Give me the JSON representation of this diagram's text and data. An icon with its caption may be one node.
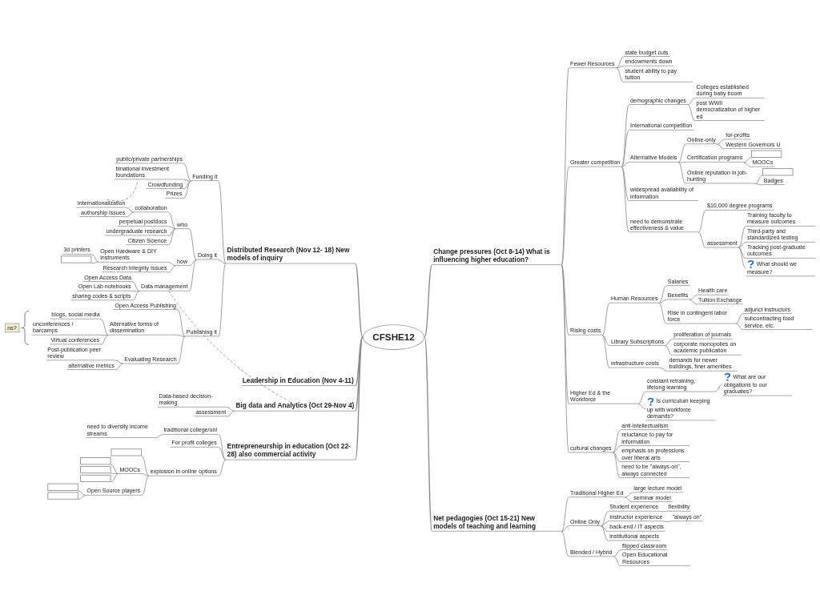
{
  "diagram": {
    "nodes": [
      {
        "text": [
          "CFSHE12"
        ]
      },
      {
        "text": [
          "Distributed Research (Nov 12- 18) New models of inquiry"
        ]
      },
      {
        "text": [
          "Funding it"
        ]
      },
      {
        "text": [
          "public/private partnerships"
        ]
      },
      {
        "text": [
          "binational investment foundations"
        ]
      },
      {
        "text": [
          "Crowdfunding"
        ]
      },
      {
        "text": [
          "Prizes"
        ]
      },
      {
        "text": [
          "Doing it"
        ]
      },
      {
        "text": [
          "who"
        ]
      },
      {
        "text": [
          "collaboration"
        ]
      },
      {
        "text": [
          "Internationalization"
        ]
      },
      {
        "text": [
          "authorship issues"
        ]
      },
      {
        "text": [
          "perpetual postdocs"
        ]
      },
      {
        "text": [
          "undergraduate research"
        ]
      },
      {
        "text": [
          "Citizen Science"
        ]
      },
      {
        "text": [
          "how"
        ]
      },
      {
        "text": [
          "Open Hardware & DIY instruments"
        ]
      },
      {
        "text": [
          "3d printers"
        ]
      },
      {
        "text": [],
        "shape": "box"
      },
      {
        "text": [
          "Research Integrity Issues"
        ]
      },
      {
        "text": [
          "Data management"
        ]
      },
      {
        "text": [
          "Open Access Data"
        ]
      },
      {
        "text": [
          "Open Lab notebooks"
        ]
      },
      {
        "text": [
          "sharing codes & scripts"
        ]
      },
      {
        "text": [
          "Publishing it"
        ]
      },
      {
        "text": [
          "Open Access Publishing"
        ]
      },
      {
        "text": [
          "Alternative forms of dissemination"
        ]
      },
      {
        "text": [
          "blogs, social media"
        ]
      },
      {
        "text": [
          "unconferences / barcamps"
        ]
      },
      {
        "text": [
          "Virtual conferences"
        ]
      },
      {
        "text": [
          "ns?"
        ]
      },
      {
        "text": [
          "Evaluating Research"
        ]
      },
      {
        "text": [
          "Post-publication peer review"
        ]
      },
      {
        "text": [
          "alternative metrics"
        ]
      },
      {
        "text": [
          "Leadership in Education (Nov 4-11)"
        ]
      },
      {
        "text": [
          "Big data and Analytics (Oct 29-Nov 4)"
        ]
      },
      {
        "text": [
          "Data-based decision-making"
        ]
      },
      {
        "text": [
          "assessment"
        ]
      },
      {
        "text": [
          "Entrepreneurship in education (Oct 22-28) also commercial activity"
        ]
      },
      {
        "text": [
          "traditional college/uni"
        ]
      },
      {
        "text": [
          "need to diversify income streams"
        ]
      },
      {
        "text": [
          "For profit colleges"
        ]
      },
      {
        "text": [
          "explosion in online options"
        ]
      },
      {
        "text": [],
        "shape": "box"
      },
      {
        "text": [
          "MOOCs"
        ]
      },
      {
        "text": [],
        "shape": "box"
      },
      {
        "text": [],
        "shape": "box"
      },
      {
        "text": [],
        "shape": "box"
      },
      {
        "text": [
          "Open Source players"
        ]
      },
      {
        "text": [],
        "shape": "box"
      },
      {
        "text": [],
        "shape": "box"
      },
      {
        "text": [
          "Change pressures (Oct 8-14) What is influencing higher education?"
        ]
      },
      {
        "text": [
          "Fewer Resources"
        ]
      },
      {
        "text": [
          "state budget cuts"
        ]
      },
      {
        "text": [
          "endowments down"
        ]
      },
      {
        "text": [
          "student ability to pay tuition"
        ]
      },
      {
        "text": [
          "Greater competition"
        ]
      },
      {
        "text": [
          "demographic changes"
        ]
      },
      {
        "text": [
          "Colleges established during baby boom"
        ]
      },
      {
        "text": [
          "post WWII democratization of higher ed"
        ]
      },
      {
        "text": [
          "International competition"
        ]
      },
      {
        "text": [
          "Alternative Models"
        ]
      },
      {
        "text": [
          "Online-only"
        ]
      },
      {
        "text": [
          "for-profits"
        ]
      },
      {
        "text": [
          "Western Governors U"
        ]
      },
      {
        "text": [
          "Certification programs"
        ]
      },
      {
        "text": [],
        "shape": "box"
      },
      {
        "text": [
          "MOOCs"
        ]
      },
      {
        "text": [
          "Online reputation in job-hunting"
        ]
      },
      {
        "text": [],
        "shape": "box"
      },
      {
        "text": [
          "Badges"
        ]
      },
      {
        "text": [
          "widespread availability of information"
        ]
      },
      {
        "text": [
          "need to demonstrate effectiveness & value"
        ]
      },
      {
        "text": [
          "$10,000 degree programs"
        ]
      },
      {
        "text": [
          "assessment"
        ]
      },
      {
        "text": [
          "Training faculty to measure outcomes"
        ]
      },
      {
        "text": [
          "Third-party and standardized testing"
        ]
      },
      {
        "text": [
          "Tracking post-graduate outcomes"
        ]
      },
      {
        "text": [
          "What should we measure?"
        ]
      },
      {
        "text": [
          "Rising costs"
        ]
      },
      {
        "text": [
          "Human Resources"
        ]
      },
      {
        "text": [
          "Salaries"
        ]
      },
      {
        "text": [
          "Benefits"
        ]
      },
      {
        "text": [
          "Health care"
        ]
      },
      {
        "text": [
          "Tuition Exchange"
        ]
      },
      {
        "text": [
          "Rise in contingent labor force"
        ]
      },
      {
        "text": [
          "adjunct instructors"
        ]
      },
      {
        "text": [
          "subcontracting food service, etc."
        ]
      },
      {
        "text": [
          "Library Subscriptions"
        ]
      },
      {
        "text": [
          "proliferation of journals"
        ]
      },
      {
        "text": [
          "corporate monopolies on academic publication"
        ]
      },
      {
        "text": [
          "infrastructure costs"
        ]
      },
      {
        "text": [
          "demands for newer buildings, finer amenities"
        ]
      },
      {
        "text": [
          "Higher Ed & the Workforce"
        ]
      },
      {
        "text": [
          "constant retraining, lifelong learning"
        ]
      },
      {
        "text": [
          "What are our obligations to our graduates?"
        ]
      },
      {
        "text": [
          "Is curriculum keeping up with workforce demands?"
        ]
      },
      {
        "text": [
          "cultural changes"
        ]
      },
      {
        "text": [
          "anti-intellectualism"
        ]
      },
      {
        "text": [
          "reluctance to pay for information"
        ]
      },
      {
        "text": [
          "emphasis on professions over liberal arts"
        ]
      },
      {
        "text": [
          "need to be \"always-on\", always connected"
        ]
      },
      {
        "text": [
          "Net pedagogies (Oct 15-21) New models of teaching and learning"
        ]
      },
      {
        "text": [
          "Traditional Higher Ed"
        ]
      },
      {
        "text": [
          "large lecture model"
        ]
      },
      {
        "text": [
          "seminar model"
        ]
      },
      {
        "text": [
          "Online Only"
        ]
      },
      {
        "text": [
          "Student experience"
        ]
      },
      {
        "text": [
          "flexibility"
        ]
      },
      {
        "text": [
          "Instructor experience"
        ]
      },
      {
        "text": [
          "\"always on\""
        ]
      },
      {
        "text": [
          "back-end / IT aspects"
        ]
      },
      {
        "text": [
          "institutional aspects"
        ]
      },
      {
        "text": [
          "Blended / Hybrid"
        ]
      },
      {
        "text": [
          "flipped classroom"
        ]
      },
      {
        "text": [
          "Open Educational Resources"
        ]
      }
    ],
    "edges": [
      {
        "from": 1,
        "to": 0,
        "arrow": "none"
      },
      {
        "from": 2,
        "to": 1,
        "arrow": "none"
      },
      {
        "from": 3,
        "to": 2,
        "arrow": "none"
      },
      {
        "from": 4,
        "to": 2,
        "arrow": "none"
      },
      {
        "from": 5,
        "to": 2,
        "arrow": "none"
      },
      {
        "from": 6,
        "to": 2,
        "arrow": "none"
      },
      {
        "from": 7,
        "to": 1,
        "arrow": "none"
      },
      {
        "from": 8,
        "to": 7,
        "arrow": "none"
      },
      {
        "from": 9,
        "to": 8,
        "arrow": "none"
      },
      {
        "from": 10,
        "to": 9,
        "arrow": "none"
      },
      {
        "from": 11,
        "to": 9,
        "arrow": "none"
      },
      {
        "from": 12,
        "to": 8,
        "arrow": "none"
      },
      {
        "from": 13,
        "to": 8,
        "arrow": "none"
      },
      {
        "from": 14,
        "to": 8,
        "arrow": "none"
      },
      {
        "from": 15,
        "to": 7,
        "arrow": "none"
      },
      {
        "from": 16,
        "to": 15,
        "arrow": "none"
      },
      {
        "from": 17,
        "to": 16,
        "arrow": "none"
      },
      {
        "from": 18,
        "to": 16,
        "arrow": "none"
      },
      {
        "from": 19,
        "to": 15,
        "arrow": "none"
      },
      {
        "from": 20,
        "to": 7,
        "arrow": "none"
      },
      {
        "from": 21,
        "to": 20,
        "arrow": "none"
      },
      {
        "from": 22,
        "to": 20,
        "arrow": "none"
      },
      {
        "from": 23,
        "to": 20,
        "arrow": "none"
      },
      {
        "from": 24,
        "to": 1,
        "arrow": "none"
      },
      {
        "from": 25,
        "to": 24,
        "arrow": "none"
      },
      {
        "from": 26,
        "to": 24,
        "arrow": "none"
      },
      {
        "from": 27,
        "to": 26,
        "arrow": "none"
      },
      {
        "from": 28,
        "to": 26,
        "arrow": "none"
      },
      {
        "from": 29,
        "to": 26,
        "arrow": "none"
      },
      {
        "from": 31,
        "to": 24,
        "arrow": "none"
      },
      {
        "from": 32,
        "to": 31,
        "arrow": "none"
      },
      {
        "from": 33,
        "to": 31,
        "arrow": "none"
      },
      {
        "from": 34,
        "to": 0,
        "arrow": "none"
      },
      {
        "from": 35,
        "to": 0,
        "arrow": "none"
      },
      {
        "from": 36,
        "to": 35,
        "arrow": "none"
      },
      {
        "from": 37,
        "to": 35,
        "arrow": "none"
      },
      {
        "from": 38,
        "to": 0,
        "arrow": "none"
      },
      {
        "from": 39,
        "to": 38,
        "arrow": "none"
      },
      {
        "from": 40,
        "to": 39,
        "arrow": "none"
      },
      {
        "from": 41,
        "to": 38,
        "arrow": "none"
      },
      {
        "from": 42,
        "to": 38,
        "arrow": "none"
      },
      {
        "from": 43,
        "to": 42,
        "arrow": "none"
      },
      {
        "from": 44,
        "to": 42,
        "arrow": "none"
      },
      {
        "from": 45,
        "to": 44,
        "arrow": "none"
      },
      {
        "from": 46,
        "to": 44,
        "arrow": "none"
      },
      {
        "from": 47,
        "to": 44,
        "arrow": "none"
      },
      {
        "from": 48,
        "to": 42,
        "arrow": "none"
      },
      {
        "from": 49,
        "to": 48,
        "arrow": "none"
      },
      {
        "from": 50,
        "to": 48,
        "arrow": "none"
      },
      {
        "from": 0,
        "to": 51,
        "arrow": "none"
      },
      {
        "from": 51,
        "to": 52,
        "arrow": "none"
      },
      {
        "from": 52,
        "to": 53,
        "arrow": "none"
      },
      {
        "from": 52,
        "to": 54,
        "arrow": "none"
      },
      {
        "from": 52,
        "to": 55,
        "arrow": "none"
      },
      {
        "from": 51,
        "to": 56,
        "arrow": "none"
      },
      {
        "from": 56,
        "to": 57,
        "arrow": "none"
      },
      {
        "from": 57,
        "to": 58,
        "arrow": "none"
      },
      {
        "from": 57,
        "to": 59,
        "arrow": "none"
      },
      {
        "from": 56,
        "to": 60,
        "arrow": "none"
      },
      {
        "from": 56,
        "to": 61,
        "arrow": "none"
      },
      {
        "from": 61,
        "to": 62,
        "arrow": "none"
      },
      {
        "from": 62,
        "to": 63,
        "arrow": "none"
      },
      {
        "from": 62,
        "to": 64,
        "arrow": "none"
      },
      {
        "from": 61,
        "to": 65,
        "arrow": "none"
      },
      {
        "from": 65,
        "to": 66,
        "arrow": "none"
      },
      {
        "from": 65,
        "to": 67,
        "arrow": "none"
      },
      {
        "from": 61,
        "to": 68,
        "arrow": "none"
      },
      {
        "from": 68,
        "to": 69,
        "arrow": "none"
      },
      {
        "from": 68,
        "to": 70,
        "arrow": "none"
      },
      {
        "from": 56,
        "to": 71,
        "arrow": "none"
      },
      {
        "from": 56,
        "to": 72,
        "arrow": "none"
      },
      {
        "from": 72,
        "to": 73,
        "arrow": "none"
      },
      {
        "from": 72,
        "to": 74,
        "arrow": "none"
      },
      {
        "from": 74,
        "to": 75,
        "arrow": "none"
      },
      {
        "from": 74,
        "to": 76,
        "arrow": "none"
      },
      {
        "from": 74,
        "to": 77,
        "arrow": "none"
      },
      {
        "from": 74,
        "to": 78,
        "arrow": "none"
      },
      {
        "from": 51,
        "to": 79,
        "arrow": "none"
      },
      {
        "from": 79,
        "to": 80,
        "arrow": "none"
      },
      {
        "from": 80,
        "to": 81,
        "arrow": "none"
      },
      {
        "from": 80,
        "to": 82,
        "arrow": "none"
      },
      {
        "from": 82,
        "to": 83,
        "arrow": "none"
      },
      {
        "from": 82,
        "to": 84,
        "arrow": "none"
      },
      {
        "from": 80,
        "to": 85,
        "arrow": "none"
      },
      {
        "from": 85,
        "to": 86,
        "arrow": "none"
      },
      {
        "from": 85,
        "to": 87,
        "arrow": "none"
      },
      {
        "from": 79,
        "to": 88,
        "arrow": "none"
      },
      {
        "from": 88,
        "to": 89,
        "arrow": "none"
      },
      {
        "from": 88,
        "to": 90,
        "arrow": "none"
      },
      {
        "from": 79,
        "to": 91,
        "arrow": "none"
      },
      {
        "from": 91,
        "to": 92,
        "arrow": "none"
      },
      {
        "from": 51,
        "to": 93,
        "arrow": "none"
      },
      {
        "from": 93,
        "to": 94,
        "arrow": "none"
      },
      {
        "from": 94,
        "to": 95,
        "arrow": "none"
      },
      {
        "from": 93,
        "to": 96,
        "arrow": "none"
      },
      {
        "from": 51,
        "to": 97,
        "arrow": "none"
      },
      {
        "from": 97,
        "to": 98,
        "arrow": "none"
      },
      {
        "from": 97,
        "to": 99,
        "arrow": "none"
      },
      {
        "from": 97,
        "to": 100,
        "arrow": "none"
      },
      {
        "from": 97,
        "to": 101,
        "arrow": "none"
      },
      {
        "from": 0,
        "to": 102,
        "arrow": "none"
      },
      {
        "from": 102,
        "to": 103,
        "arrow": "none"
      },
      {
        "from": 103,
        "to": 104,
        "arrow": "none"
      },
      {
        "from": 103,
        "to": 105,
        "arrow": "none"
      },
      {
        "from": 102,
        "to": 106,
        "arrow": "none"
      },
      {
        "from": 106,
        "to": 107,
        "arrow": "none"
      },
      {
        "from": 107,
        "to": 108,
        "arrow": "none"
      },
      {
        "from": 106,
        "to": 109,
        "arrow": "none"
      },
      {
        "from": 109,
        "to": 110,
        "arrow": "none"
      },
      {
        "from": 106,
        "to": 111,
        "arrow": "none"
      },
      {
        "from": 106,
        "to": 112,
        "arrow": "none"
      },
      {
        "from": 102,
        "to": 113,
        "arrow": "none"
      },
      {
        "from": 113,
        "to": 114,
        "arrow": "none"
      },
      {
        "from": 113,
        "to": 115,
        "arrow": "none"
      },
      {
        "from": 10,
        "to": 4,
        "arrow": "none",
        "style": "dashed"
      },
      {
        "from": 20,
        "to": 35,
        "arrow": "none",
        "style": "dashed"
      }
    ]
  }
}
